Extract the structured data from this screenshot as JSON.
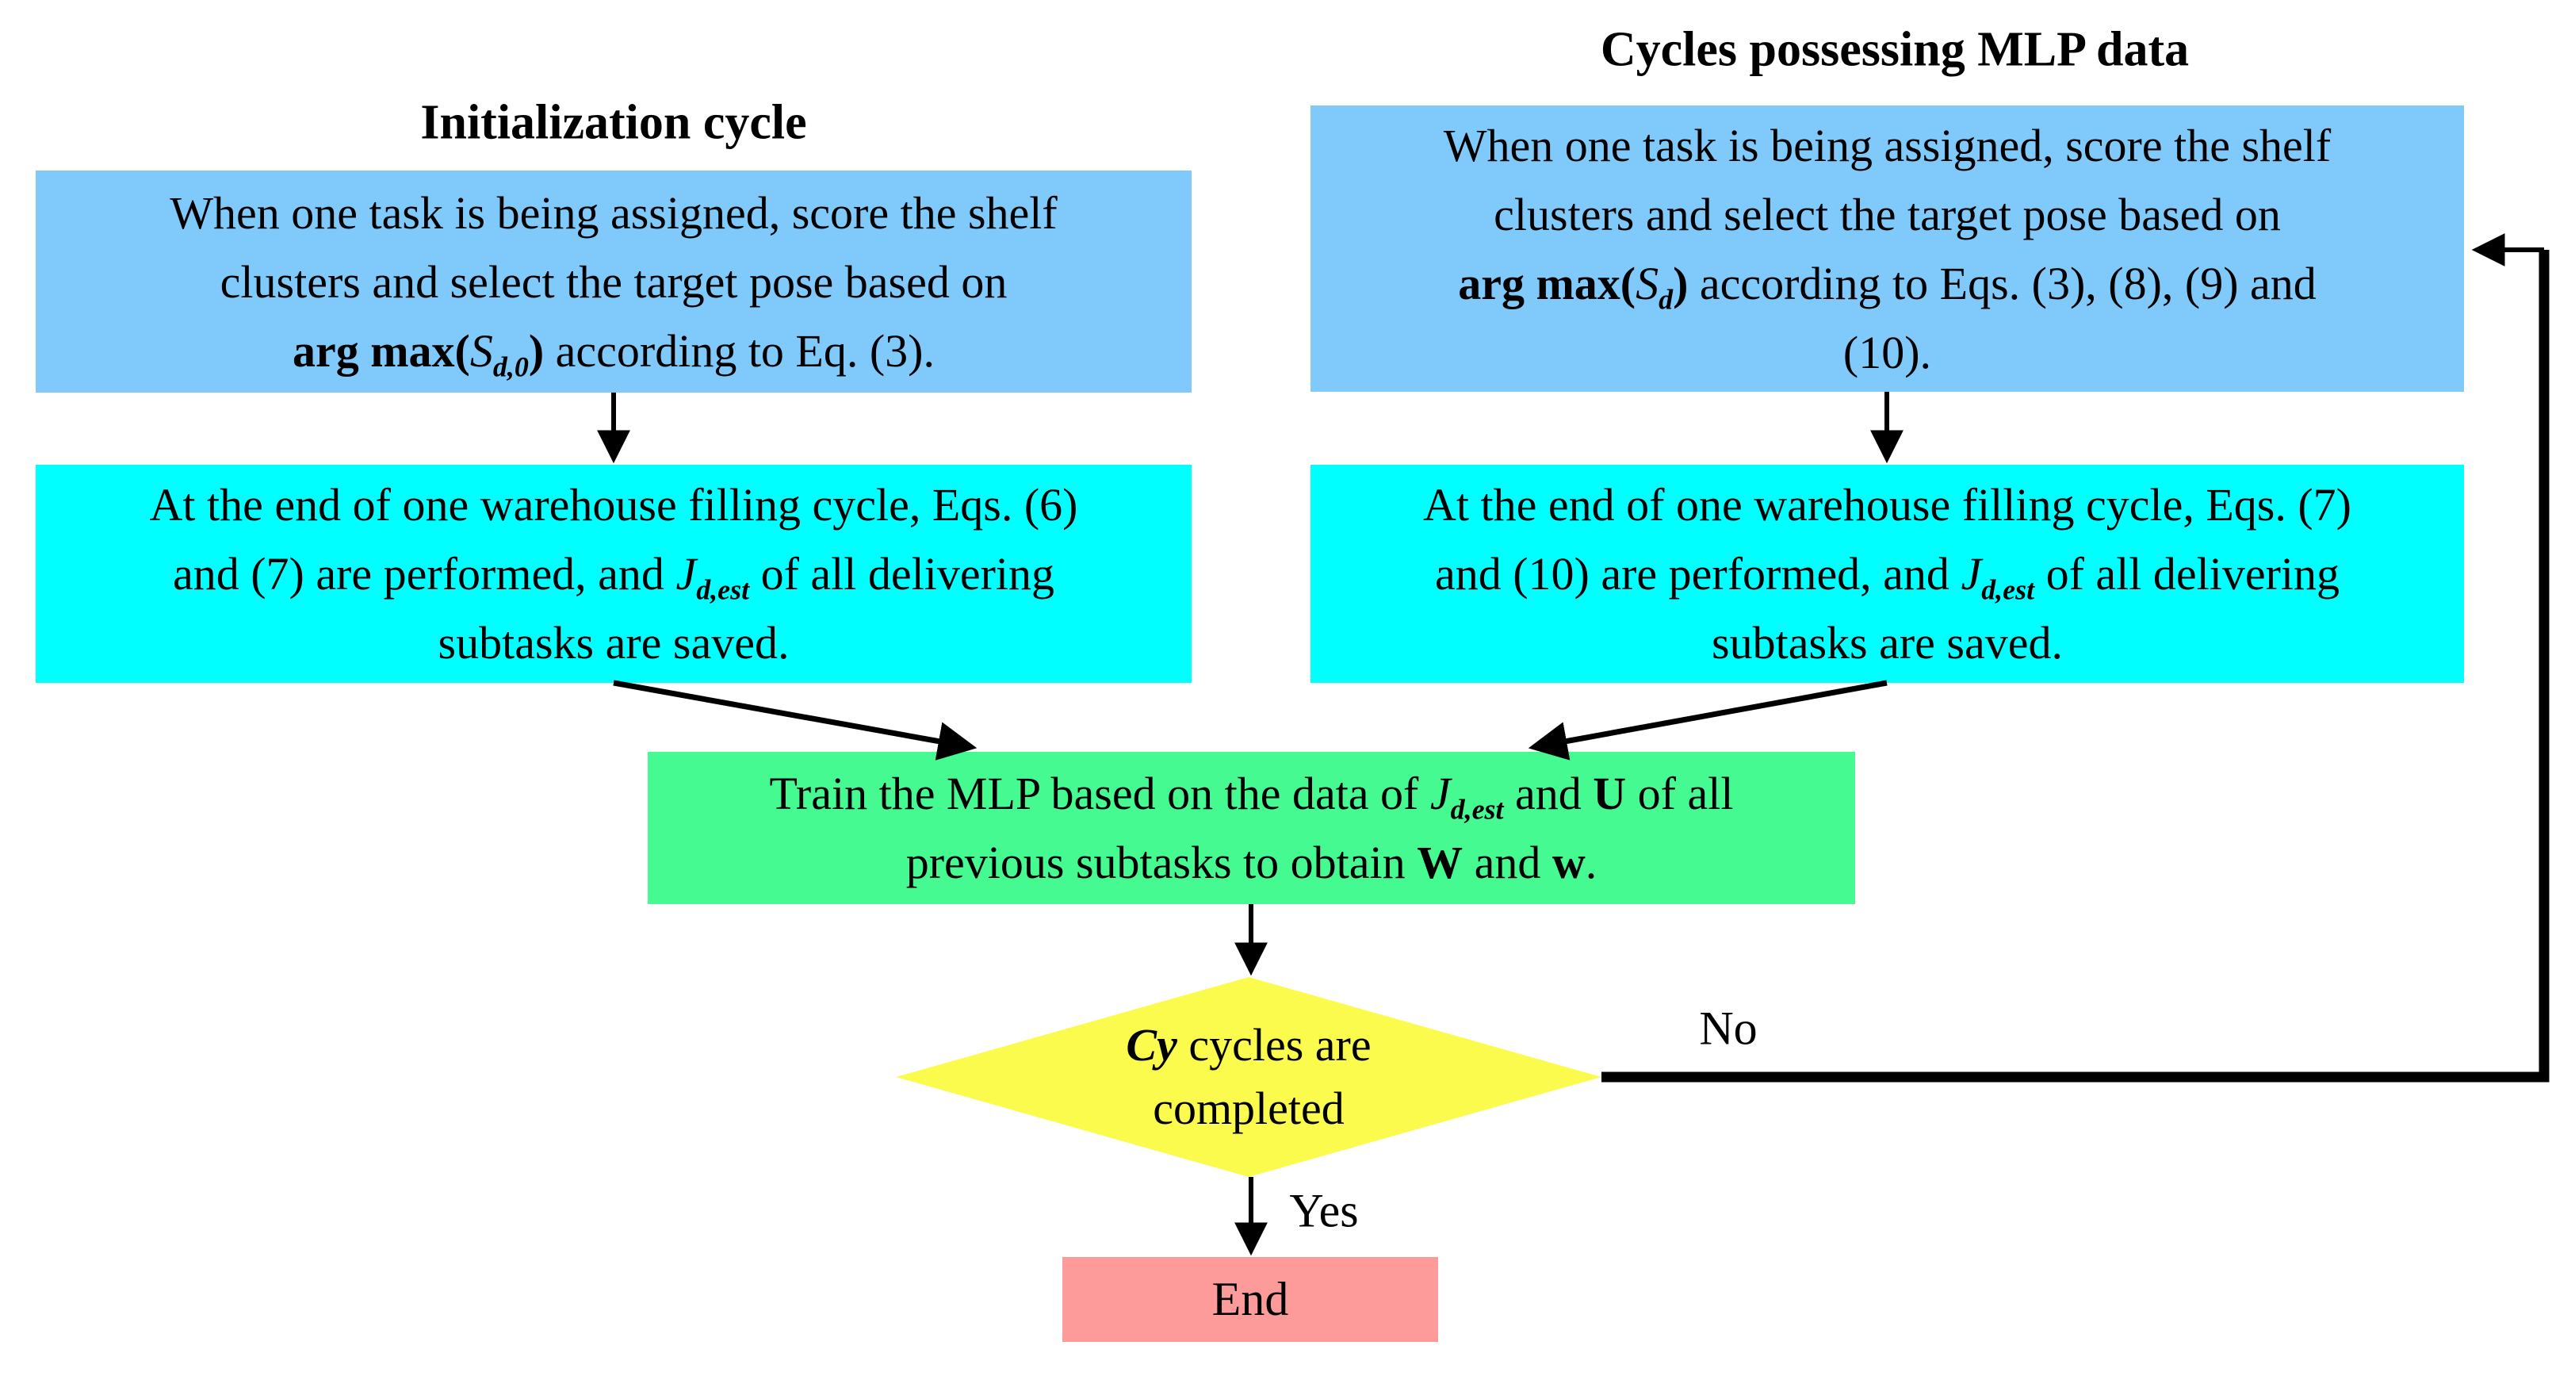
{
  "figure": {
    "type": "flowchart",
    "background": "#ffffff"
  },
  "colors": {
    "process_blue": "#7FC9FB",
    "process_cyan": "#00FFFF",
    "train_green": "#45FA90",
    "decision_yellow": "#FBFB4E",
    "end_red": "#FC9B99",
    "line_black": "#000000"
  },
  "titles": {
    "left": "Initialization cycle",
    "right": "Cycles possessing MLP data"
  },
  "nodes": {
    "init_assign": {
      "lines": [
        [
          {
            "t": "When one task is being assigned, score the shelf"
          }
        ],
        [
          {
            "t": "clusters and select the target pose based on"
          }
        ],
        [
          {
            "t": "arg max(",
            "b": true
          },
          {
            "t": "S",
            "i": true
          },
          {
            "t": "d,0",
            "sub": true,
            "b": true,
            "i": true
          },
          {
            "t": ")",
            "b": true
          },
          {
            "t": " according to Eq. (3)."
          }
        ]
      ]
    },
    "init_save": {
      "lines": [
        [
          {
            "t": "At the end of one warehouse filling cycle, Eqs. (6)"
          }
        ],
        [
          {
            "t": "and (7) are performed, and "
          },
          {
            "t": "J",
            "i": true
          },
          {
            "t": "d,est",
            "sub": true,
            "b": true,
            "i": true
          },
          {
            "t": " of all delivering"
          }
        ],
        [
          {
            "t": "subtasks are saved."
          }
        ]
      ]
    },
    "mlp_assign": {
      "lines": [
        [
          {
            "t": "When one task is being assigned, score the shelf"
          }
        ],
        [
          {
            "t": "clusters and select the target pose based on"
          }
        ],
        [
          {
            "t": "arg max(",
            "b": true
          },
          {
            "t": "S",
            "i": true
          },
          {
            "t": "d",
            "sub": true,
            "b": true,
            "i": true
          },
          {
            "t": ")",
            "b": true
          },
          {
            "t": " according to Eqs. (3), (8), (9) and"
          }
        ],
        [
          {
            "t": "(10)."
          }
        ]
      ]
    },
    "mlp_save": {
      "lines": [
        [
          {
            "t": "At the end of one warehouse filling cycle, Eqs. (7)"
          }
        ],
        [
          {
            "t": "and (10) are performed, and "
          },
          {
            "t": "J",
            "i": true
          },
          {
            "t": "d,est",
            "sub": true,
            "b": true,
            "i": true
          },
          {
            "t": " of all delivering"
          }
        ],
        [
          {
            "t": "subtasks are saved."
          }
        ]
      ]
    },
    "train": {
      "lines": [
        [
          {
            "t": "Train the MLP based on the data of "
          },
          {
            "t": "J",
            "i": true
          },
          {
            "t": "d,est",
            "sub": true,
            "b": true,
            "i": true
          },
          {
            "t": " and "
          },
          {
            "t": "U",
            "b": true
          },
          {
            "t": " of all"
          }
        ],
        [
          {
            "t": "previous subtasks to obtain "
          },
          {
            "t": "W",
            "b": true
          },
          {
            "t": " and "
          },
          {
            "t": "w",
            "b": true
          },
          {
            "t": "."
          }
        ]
      ]
    },
    "decision": {
      "lines": [
        [
          {
            "t": "Cy",
            "b": true,
            "i": true
          },
          {
            "t": " cycles are"
          }
        ],
        [
          {
            "t": "completed"
          }
        ]
      ]
    },
    "end": {
      "lines": [
        [
          {
            "t": "End"
          }
        ]
      ]
    }
  },
  "edge_labels": {
    "no": "No",
    "yes": "Yes"
  }
}
